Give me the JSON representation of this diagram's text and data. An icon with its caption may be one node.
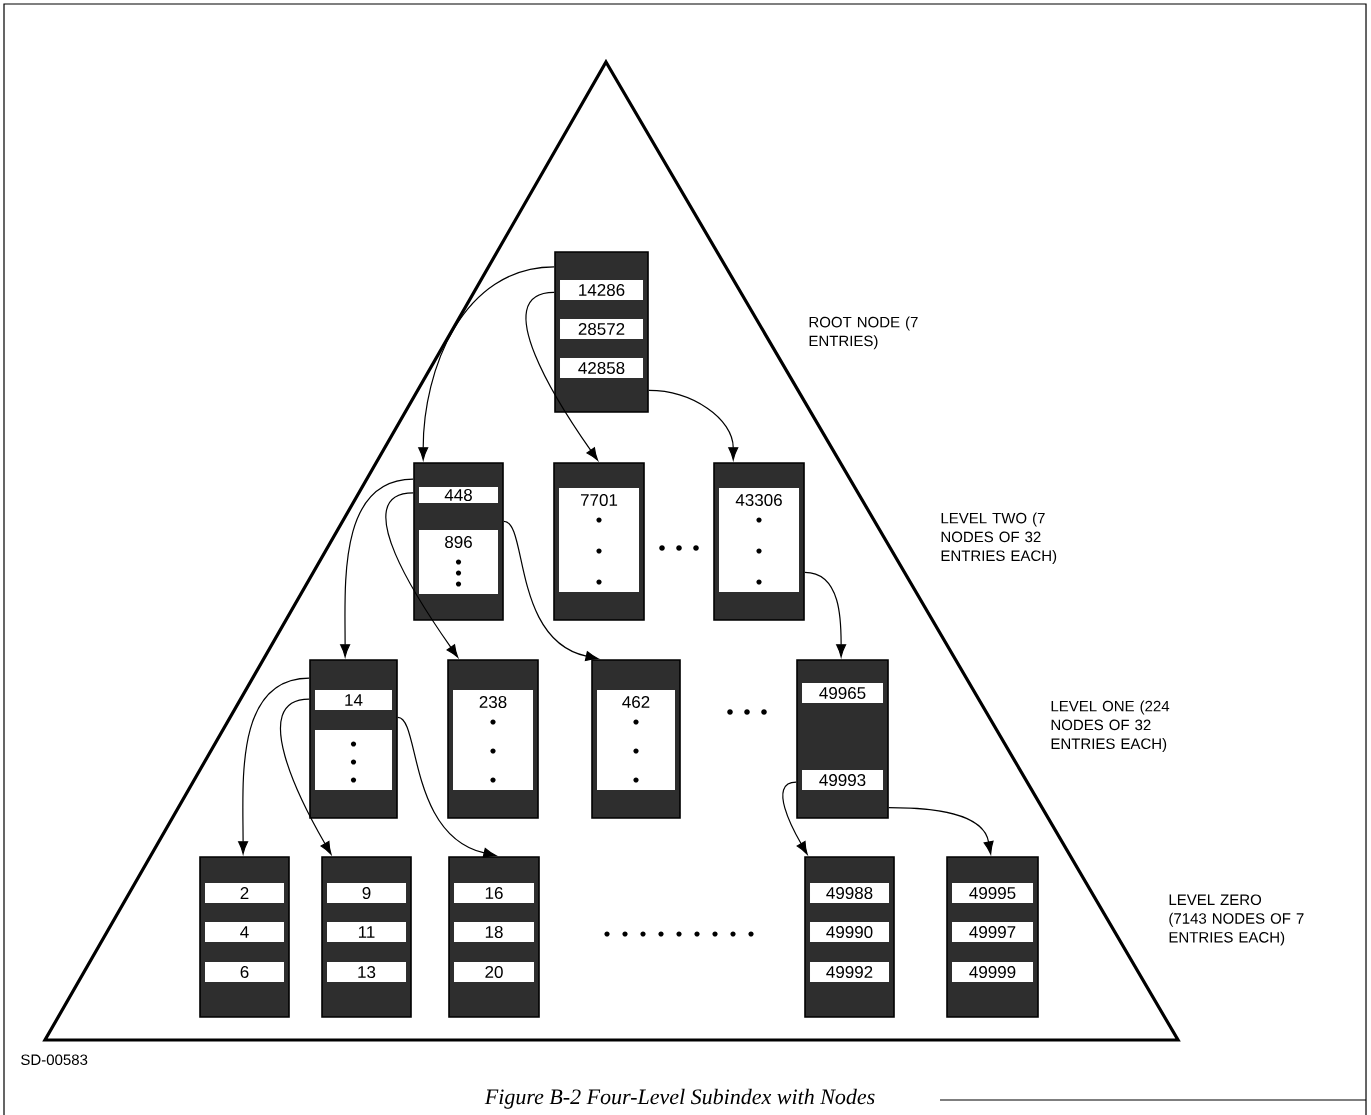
{
  "diagram": {
    "caption": "Figure B-2  Four-Level Subindex with Nodes",
    "nodes": [
      {
        "text": [
          "14286",
          "28572",
          "42858"
        ]
      },
      {
        "text": [
          "448",
          "896"
        ]
      },
      {
        "text": [
          "7701"
        ]
      },
      {
        "text": [
          "43306"
        ]
      },
      {
        "text": [
          "14"
        ]
      },
      {
        "text": [
          "238"
        ]
      },
      {
        "text": [
          "462"
        ]
      },
      {
        "text": [
          "49965",
          "49993"
        ]
      },
      {
        "text": [
          "2",
          "4",
          "6"
        ]
      },
      {
        "text": [
          "9",
          "11",
          "13"
        ]
      },
      {
        "text": [
          "16",
          "18",
          "20"
        ]
      },
      {
        "text": [
          "49988",
          "49990",
          "49992"
        ]
      },
      {
        "text": [
          "49995",
          "49997",
          "49999"
        ]
      }
    ],
    "edges": [
      {
        "from": 0,
        "to": 1,
        "arrow": "to"
      },
      {
        "from": 0,
        "to": 2,
        "arrow": "to"
      },
      {
        "from": 0,
        "to": 3,
        "arrow": "to"
      },
      {
        "from": 1,
        "to": 4,
        "arrow": "to"
      },
      {
        "from": 1,
        "to": 5,
        "arrow": "to"
      },
      {
        "from": 1,
        "to": 6,
        "arrow": "to"
      },
      {
        "from": 3,
        "to": 7,
        "arrow": "to"
      },
      {
        "from": 4,
        "to": 8,
        "arrow": "to"
      },
      {
        "from": 4,
        "to": 9,
        "arrow": "to"
      },
      {
        "from": 4,
        "to": 10,
        "arrow": "to"
      },
      {
        "from": 7,
        "to": 11,
        "arrow": "to"
      },
      {
        "from": 7,
        "to": 12,
        "arrow": "to"
      }
    ],
    "labels": [
      "ROOT NODE (7 ENTRIES)",
      "LEVEL TWO (7 NODES OF 32 ENTRIES EACH)",
      "LEVEL ONE (224 NODES OF 32 ENTRIES EACH)",
      "LEVEL ZERO (7143 NODES OF 7 ENTRIES EACH)",
      "SD-00583"
    ]
  }
}
